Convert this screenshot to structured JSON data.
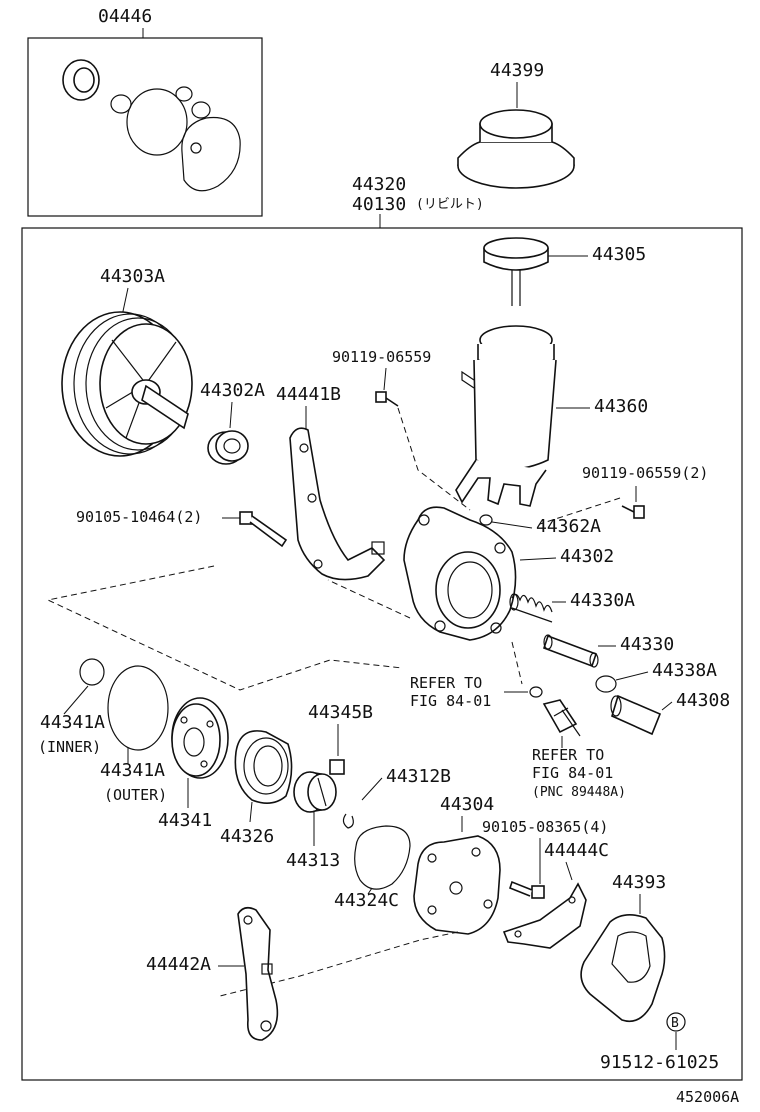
{
  "labels": {
    "kit": "04446",
    "cap_cover": "44399",
    "assy_1": "44320",
    "assy_2": "40130",
    "assy_2_note": "(リビルト)",
    "cap": "44305",
    "pulley": "44303A",
    "bolt_top": "90119-06559",
    "bearing": "44302A",
    "bracket_top": "44441B",
    "reservoir": "44360",
    "bolt_right": "90119-06559(2)",
    "bolt_left": "90105-10464(2)",
    "oring_a": "44362A",
    "housing": "44302",
    "spring": "44330A",
    "valve": "44330",
    "oring_b": "44338A",
    "union": "44308",
    "refer1_a": "REFER TO",
    "refer1_b": "FIG 84-01",
    "refer2_a": "REFER TO",
    "refer2_b": "FIG 84-01",
    "refer2_c": "(PNC 89448A)",
    "ring_inner": "44341A",
    "ring_inner_note": "(INNER)",
    "ring_outer": "44341A",
    "ring_outer_note": "(OUTER)",
    "side_plate": "44341",
    "cam_ring": "44326",
    "vane": "44345B",
    "rotor": "44313",
    "snap_ring": "44312B",
    "gasket": "44324C",
    "rear_housing": "44304",
    "bolt_rear": "90105-08365(4)",
    "bracket_rear": "44444C",
    "cover": "44393",
    "bracket_low": "44442A",
    "b_mark": "B",
    "bolt_low": "91512-61025",
    "figure_id": "452006A"
  }
}
